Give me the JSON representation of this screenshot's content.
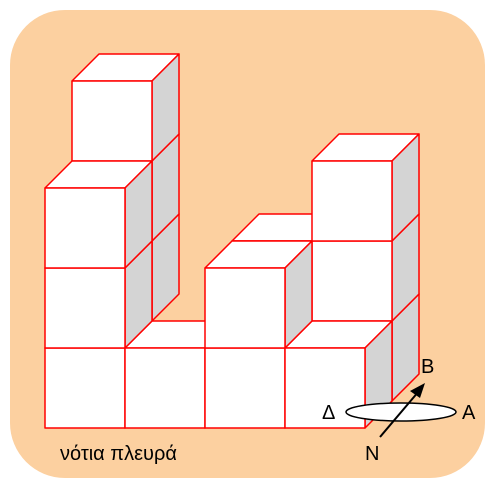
{
  "figure": {
    "side_label": "νότια πλευρά",
    "compass": {
      "north": "B",
      "south": "N",
      "east": "A",
      "west": "Δ"
    }
  },
  "colors": {
    "panel": "#fcd0a0",
    "edge": "#ff0000",
    "face_front": "#ffffff",
    "face_top": "#ffffff",
    "face_side": "#d4d4d4",
    "text": "#000000"
  }
}
